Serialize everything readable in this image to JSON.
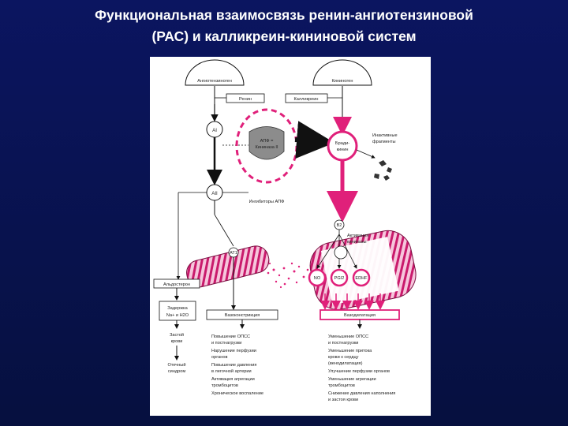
{
  "title": {
    "line1": "Функциональная взаимосвязь ренин-ангиотензиновой",
    "line2": "(РАС) и калликреин-кининовой систем"
  },
  "diagram": {
    "angiotensinogen": "Ангиотензиноген",
    "kininogen": "Кининоген",
    "renin": "Ренин",
    "kallikrein": "Калликреин",
    "ai": "AI",
    "aii": "AII",
    "ace": [
      "АПФ =",
      "Кининаза II"
    ],
    "bradykinin": [
      "Бради-",
      "кинин"
    ],
    "inactive_fragments": [
      "Инактивные",
      "фрагменты"
    ],
    "ace_inhibitors": "Ингибиторы АПФ",
    "b2": "B2",
    "at1": "AT1",
    "activated_kininase": [
      "Активация",
      "кининазы"
    ],
    "mediators": [
      "NO",
      "PGI2",
      "EDHF"
    ],
    "aldosterone": "Альдостерон",
    "sodium_water_retention": [
      "Задержка",
      "Na+ и H2O"
    ],
    "vasoconstriction": "Вазоконстрикция",
    "vasodilation": "Вазодилатация",
    "left_consequences": [
      "Застой",
      "крови",
      "",
      "Отечный",
      "синдром"
    ],
    "middle_consequences": [
      "Повышение ОПСС",
      "и постнагрузки",
      "Нарушение перфузии",
      "органов",
      "Повышение давления",
      "в легочной артерии",
      "Активация агрегации",
      "тромбоцитов",
      "Хроническое воспаление"
    ],
    "right_consequences": [
      "Уменьшение ОПСС",
      "и постнагрузки",
      "Уменьшение притока",
      "крови к сердцу",
      "(венодилатация)",
      "Улучшение перфузии органов",
      "Уменьшение агрегации",
      "тромбоцитов",
      "Снижение давления наполнения",
      "и застоя крови"
    ]
  },
  "colors": {
    "background": "#0b1560",
    "magenta": "#e0207a",
    "ace_gray": "#8c8c8c",
    "figure_bg": "#ffffff"
  }
}
